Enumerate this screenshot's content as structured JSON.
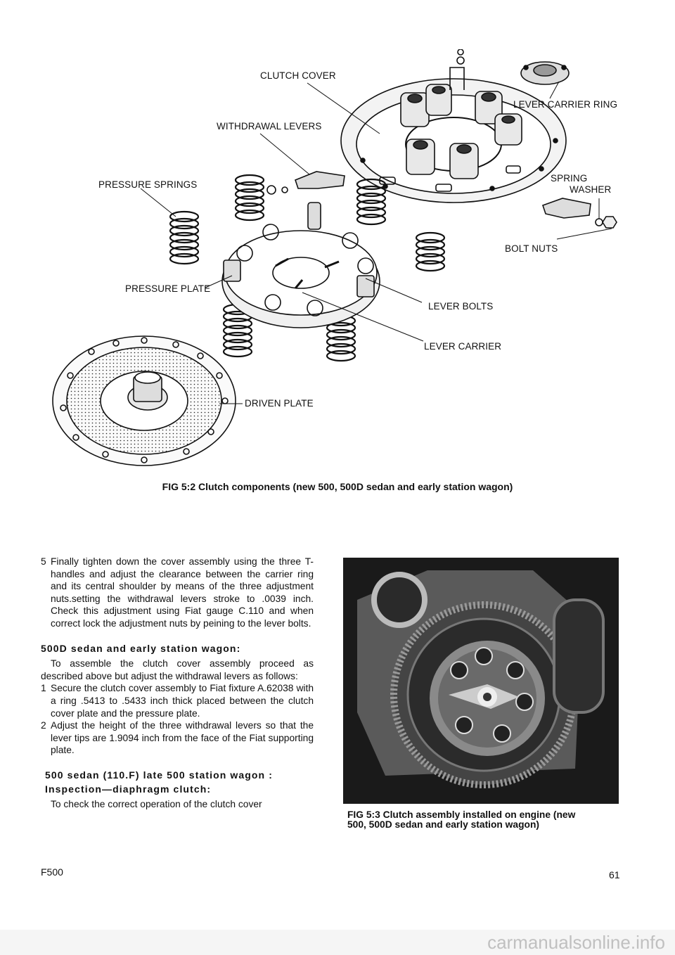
{
  "figure_5_2": {
    "labels": {
      "clutch_cover": "CLUTCH COVER",
      "lever_carrier_ring": "LEVER CARRIER RING",
      "withdrawal_levers": "WITHDRAWAL LEVERS",
      "spring": "SPRING",
      "washer": "WASHER",
      "pressure_springs": "PRESSURE SPRINGS",
      "bolt_nuts": "BOLT NUTS",
      "pressure_plate": "PRESSURE PLATE",
      "lever_bolts": "LEVER BOLTS",
      "lever_carrier": "LEVER CARRIER",
      "driven_plate": "DRIVEN PLATE"
    },
    "caption": "FIG 5:2 Clutch components (new 500, 500D sedan and early station wagon)"
  },
  "body": {
    "step5": {
      "number": "5",
      "text": "Finally tighten down the cover assembly using the three T-handles and adjust the clearance between the carrier ring and its central shoulder by means of the three adjustment nuts.setting the withdrawal levers stroke to .0039 inch. Check this adjustment using Fiat gauge C.110 and when correct lock the adjustment nuts by peining to the lever bolts."
    },
    "heading1": "500D sedan and early station wagon:",
    "para1": "To assemble the clutch cover assembly proceed as described above but adjust the withdrawal levers as follows:",
    "steps": [
      {
        "number": "1",
        "text": "Secure the clutch cover assembly to Fiat fixture A.62038 with a ring .5413 to .5433 inch thick placed between the clutch cover plate and the pressure plate."
      },
      {
        "number": "2",
        "text": "Adjust the height of the three withdrawal levers so that the lever tips are 1.9094 inch from the face of the Fiat supporting plate."
      }
    ],
    "heading2a": "500 sedan (110.F) late 500 station wagon :",
    "heading2b": "Inspection—diaphragm clutch:",
    "para2": "To check the correct operation of the clutch cover"
  },
  "figure_5_3": {
    "caption_line1": "FIG 5:3 Clutch assembly installed on engine (new",
    "caption_line2": "500, 500D sedan and early station wagon)"
  },
  "footer": {
    "left": "F500",
    "page_number": "61"
  },
  "watermark": "carmanualsonline.info"
}
